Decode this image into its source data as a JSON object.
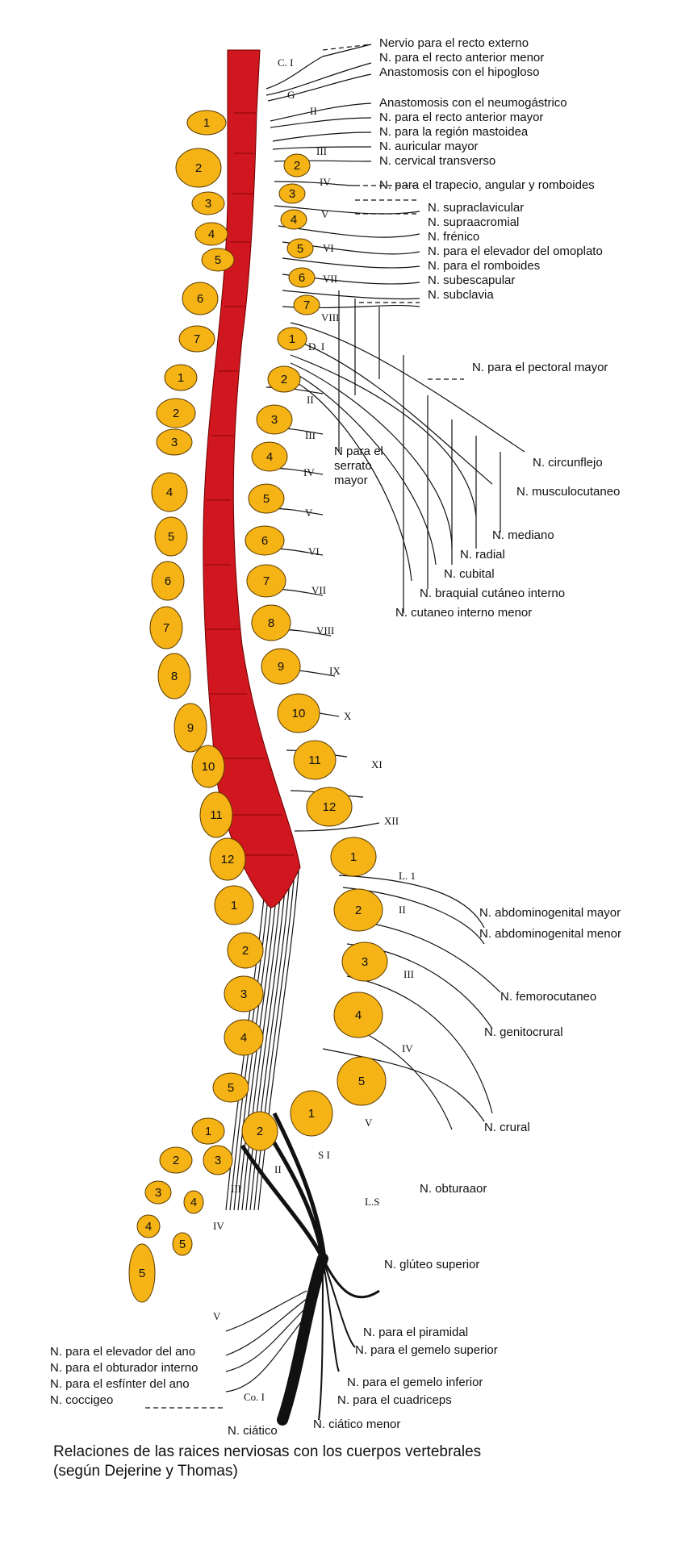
{
  "colors": {
    "spinal_cord": "#d0161e",
    "vertebra": "#f5b315",
    "vertebra_outline": "#5a3a00",
    "nerve": "#111111"
  },
  "vertebrae_left": [
    "1",
    "2",
    "3",
    "4",
    "5",
    "6",
    "7",
    "1",
    "2",
    "3",
    "4",
    "5",
    "6",
    "7",
    "8",
    "9",
    "10",
    "11",
    "12",
    "1",
    "2",
    "3",
    "4",
    "5",
    "1",
    "2",
    "3",
    "4",
    "5"
  ],
  "vertebrae_right": [
    "2",
    "3",
    "4",
    "5",
    "6",
    "7",
    "1",
    "2",
    "3",
    "4",
    "5",
    "6",
    "7",
    "8",
    "9",
    "10",
    "11",
    "12",
    "1",
    "2",
    "3",
    "4",
    "5",
    "1",
    "2",
    "3",
    "4",
    "5"
  ],
  "segment_labels": {
    "cervical": [
      "C. I",
      "II",
      "III",
      "IV",
      "V",
      "VI",
      "VII",
      "VIII"
    ],
    "g": "G",
    "dorsal": [
      "D. I",
      "II",
      "III",
      "IV",
      "V",
      "VI",
      "VII",
      "VIII",
      "IX",
      "X",
      "XI",
      "XII"
    ],
    "lumbar": [
      "L. 1",
      "II",
      "III",
      "IV",
      "V"
    ],
    "sacral": [
      "S I",
      "II",
      "III",
      "IV",
      "V"
    ],
    "ls": "L.S",
    "coccygeal": "Co. I"
  },
  "labels_right": [
    "Nervio para el recto externo",
    "N. para el recto anterior menor",
    "Anastomosis con el hipogloso",
    "Anastomosis con el neumogástrico",
    "N. para el recto anterior mayor",
    "N. para la región mastoidea",
    "N. auricular mayor",
    "N. cervical transverso",
    "N. para el trapecio, angular y romboides",
    "N. supraclavicular",
    "N. supraacromial",
    "N. frénico",
    "N. para el elevador del omoplato",
    "N. para el romboides",
    "N. subescapular",
    "N. subclavia",
    "N. para el pectoral mayor",
    "N. circunflejo",
    "N. musculocutaneo",
    "N. mediano",
    "N. radial",
    "N. cubital",
    "N. braquial cutáneo interno",
    "N. cutaneo interno menor",
    "N. abdominogenital mayor",
    "N. abdominogenital menor",
    "N. femorocutaneo",
    "N. genitocrural",
    "N. crural",
    "N. obturaaor",
    "N. glúteo superior",
    "N. para el piramidal",
    "N. para el gemelo superior",
    "N. para el gemelo inferior",
    "N. para el cuadriceps",
    "N. ciático menor",
    "N. ciático"
  ],
  "serrato_label": [
    "N para el",
    "serrato",
    "mayor"
  ],
  "labels_left": [
    "N. para el elevador del ano",
    "N. para el obturador interno",
    "N. para el esfínter del ano",
    "N. coccigeo"
  ],
  "caption": {
    "line1": "Relaciones de las raices nerviosas con los cuerpos vertebrales",
    "line2": "(según Dejerine y Thomas)"
  }
}
